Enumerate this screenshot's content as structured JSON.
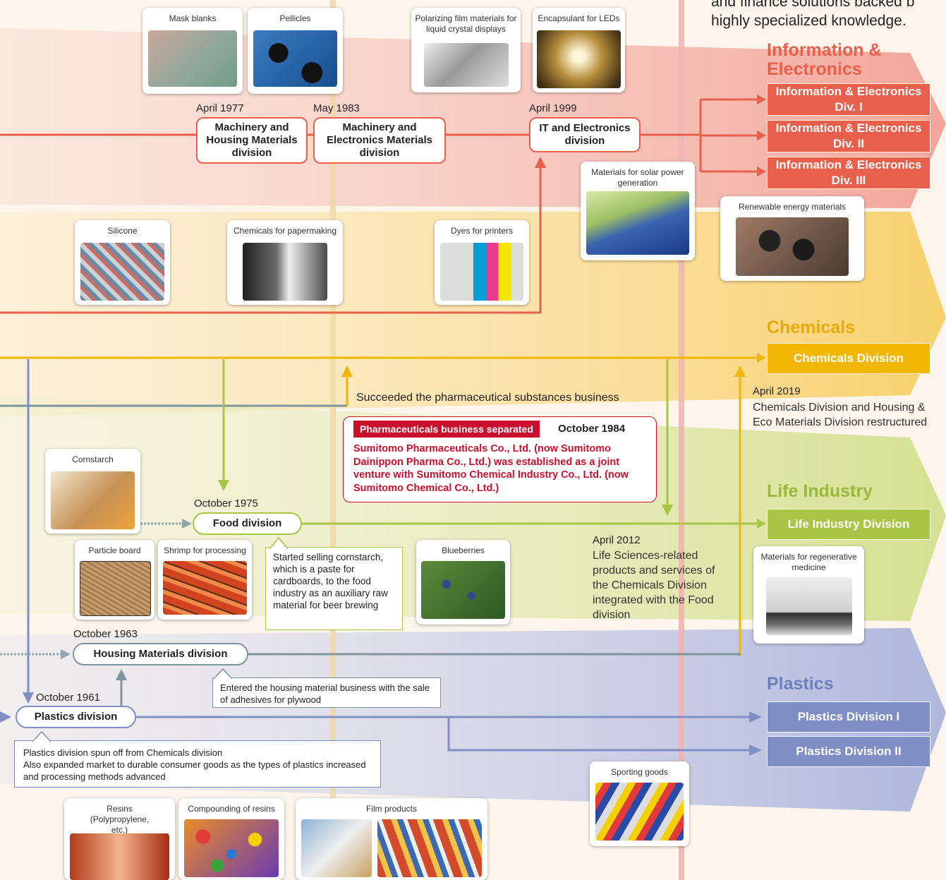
{
  "header": {
    "line1": "and finance solutions backed b",
    "line2": "highly specialized knowledge."
  },
  "categories": {
    "info": "Information & Electronics",
    "chemicals": "Chemicals",
    "life": "Life Industry",
    "plastics": "Plastics"
  },
  "divisions": {
    "ie1": "Information & Electronics Div. I",
    "ie2": "Information & Electronics Div. II",
    "ie3": "Information & Electronics Div. III",
    "chem": "Chemicals Division",
    "life": "Life Industry Division",
    "pl1": "Plastics Division I",
    "pl2": "Plastics Division II"
  },
  "milestones": {
    "m1977": {
      "date": "April 1977",
      "label": "Machinery and Housing Materials division"
    },
    "m1983": {
      "date": "May 1983",
      "label": "Machinery and Electronics Materials division"
    },
    "m1999": {
      "date": "April 1999",
      "label": "IT and Electronics division"
    },
    "m1975": {
      "date": "October 1975",
      "label": "Food division"
    },
    "m1963": {
      "date": "October 1963",
      "label": "Housing Materials division"
    },
    "m1961": {
      "date": "October 1961",
      "label": "Plastics division"
    }
  },
  "products": {
    "mask": "Mask blanks",
    "pellicles": "Pellicles",
    "polar": "Polarizing film materials for liquid crystal displays",
    "led": "Encapsulant for LEDs",
    "solar": "Materials for solar power generation",
    "renew": "Renewable energy materials",
    "silicone": "Silicone",
    "paper": "Chemicals for papermaking",
    "dyes": "Dyes for printers",
    "corn": "Cornstarch",
    "particle": "Particle board",
    "shrimp": "Shrimp for processing",
    "blueberries": "Blueberries",
    "regen": "Materials for regenerative medicine",
    "sporting": "Sporting goods",
    "resins": "Resins (Polypropylene, etc.)",
    "compounding": "Compounding of resins",
    "film": "Film products"
  },
  "notes": {
    "pharma_succeeded": "Succeeded the pharmaceutical substances business",
    "pharma_tag": "Pharmaceuticals business separated",
    "pharma_date": "October 1984",
    "pharma_body": "Sumitomo Pharmaceuticals Co., Ltd. (now Sumitomo Dainippon Pharma Co., Ltd.) was established as a joint venture with Sumitomo Chemical Industry Co., Ltd. (now Sumitomo Chemical Co., Ltd.)",
    "cornstarch_note": "Started selling cornstarch, which is a paste for cardboards, to the food industry as an auxiliary raw material for beer brewing",
    "housing_note": "Entered the housing material business with the sale of adhesives for plywood",
    "plastics_note1": "Plastics division spun off from Chemicals division",
    "plastics_note2": "Also expanded market to durable consumer goods as the types of plastics increased and processing methods advanced",
    "april2019_date": "April 2019",
    "april2019_text": "Chemicals Division and Housing & Eco Materials Division restructured",
    "april2012_date": "April 2012",
    "april2012_text": "Life Sciences-related products and services of the Chemicals Division integrated with the Food division"
  },
  "colors": {
    "info": "#e8604c",
    "chemicals": "#f2b705",
    "life": "#a8c545",
    "plastics": "#7f8fc6",
    "housing_line": "#7f949c",
    "pharma": "#c8102e"
  }
}
